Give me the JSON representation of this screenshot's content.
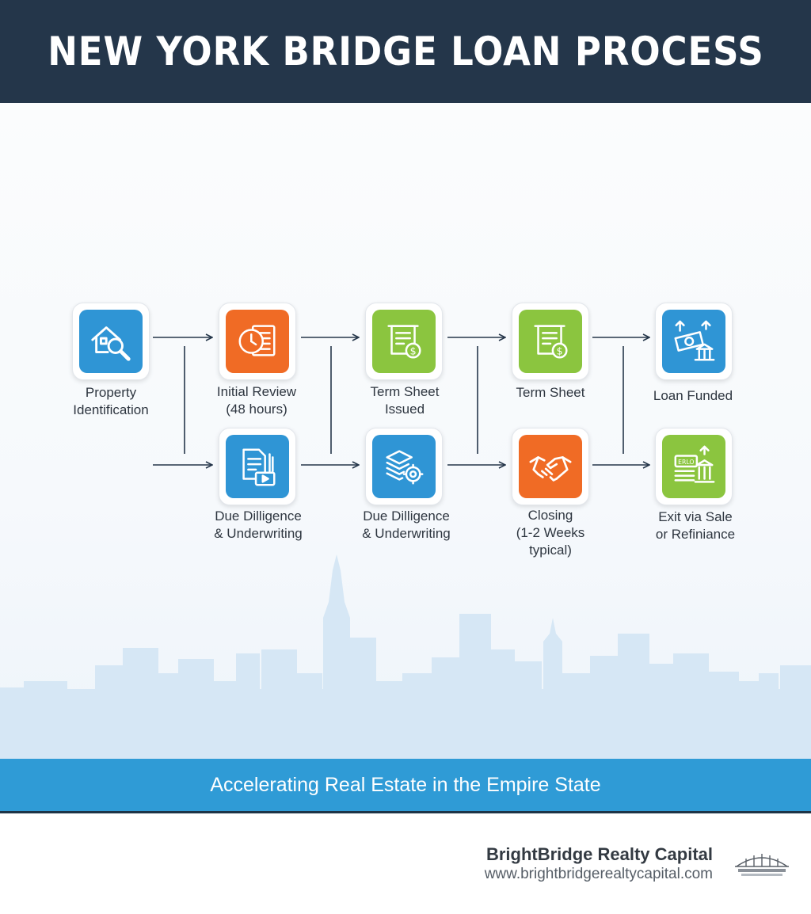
{
  "header": {
    "title": "NEW YORK BRIDGE LOAN PROCESS"
  },
  "nodes": [
    {
      "id": "property-identification",
      "lines": [
        "Property",
        "Identification"
      ],
      "color": "#2f95d5",
      "icon": "house-search-icon"
    },
    {
      "id": "initial-review",
      "lines": [
        "Initial Review",
        "(48 hours)"
      ],
      "color": "#f06b25",
      "icon": "clock-document-icon"
    },
    {
      "id": "due-diligence-1",
      "lines": [
        "Due Dilligence",
        "& Underwriting"
      ],
      "color": "#2f95d5",
      "icon": "document-video-icon"
    },
    {
      "id": "term-sheet-issued",
      "lines": [
        "Term Sheet",
        "Issued"
      ],
      "color": "#8bc53f",
      "icon": "term-sheet-dollar-icon"
    },
    {
      "id": "due-diligence-2",
      "lines": [
        "Due Dilligence",
        "& Underwriting"
      ],
      "color": "#2f95d5",
      "icon": "stack-gear-icon"
    },
    {
      "id": "term-sheet",
      "lines": [
        "Term Sheet"
      ],
      "color": "#8bc53f",
      "icon": "term-sheet-dollar-icon"
    },
    {
      "id": "closing",
      "lines": [
        "Closing",
        "(1-2 Weeks",
        "typical)"
      ],
      "color": "#f06b25",
      "icon": "handshake-icon"
    },
    {
      "id": "loan-funded",
      "lines": [
        "Loan Funded"
      ],
      "color": "#2f95d5",
      "icon": "money-bank-icon"
    },
    {
      "id": "exit-via-sale",
      "lines": [
        "Exit via Sale",
        "or Refiniance"
      ],
      "color": "#8bc53f",
      "icon": "cash-bank-icon"
    }
  ],
  "banner": {
    "text": "Accelerating Real Estate in the Empire State"
  },
  "footer": {
    "brand_name": "BrightBridge Realty Capital",
    "url": "www.brightbridgerealtycapital.com"
  }
}
